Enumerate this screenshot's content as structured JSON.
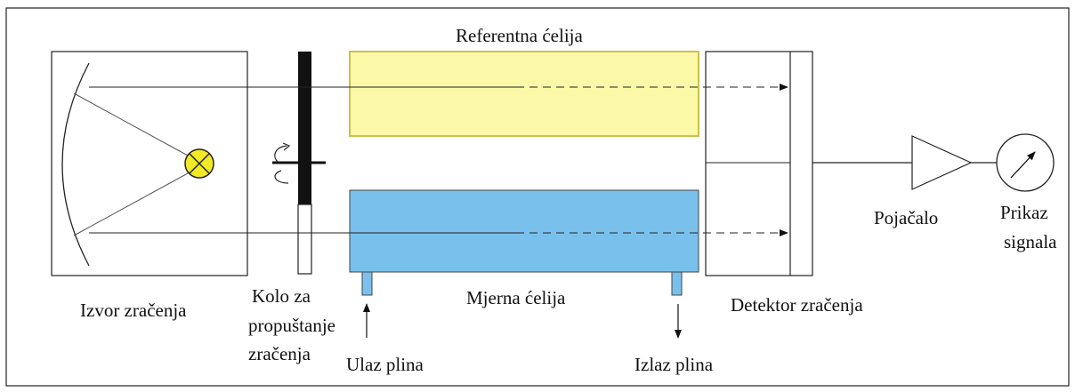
{
  "labels": {
    "reference_cell": "Referentna ćelija",
    "source": "Izvor zračenja",
    "chopper_line1": "Kolo za",
    "chopper_line2": "propuštanje",
    "chopper_line3": "zračenja",
    "measuring_cell": "Mjerna ćelija",
    "gas_inlet": "Ulaz plina",
    "gas_outlet": "Izlaz plina",
    "detector": "Detektor zračenja",
    "amplifier": "Pojačalo",
    "display_line1": "Prikaz",
    "display_line2": "signala"
  },
  "colors": {
    "reference_cell_fill": "#fbf8a8",
    "reference_cell_stroke": "#c9c24a",
    "measuring_cell_fill": "#79c1ec",
    "lamp_fill": "#f3ea26",
    "chopper_fill": "#111111"
  },
  "icons": {
    "lamp": "lamp-cross-circle-icon",
    "rotation": "rotation-arrow-icon",
    "amplifier": "amplifier-triangle-icon",
    "meter": "gauge-meter-icon"
  }
}
